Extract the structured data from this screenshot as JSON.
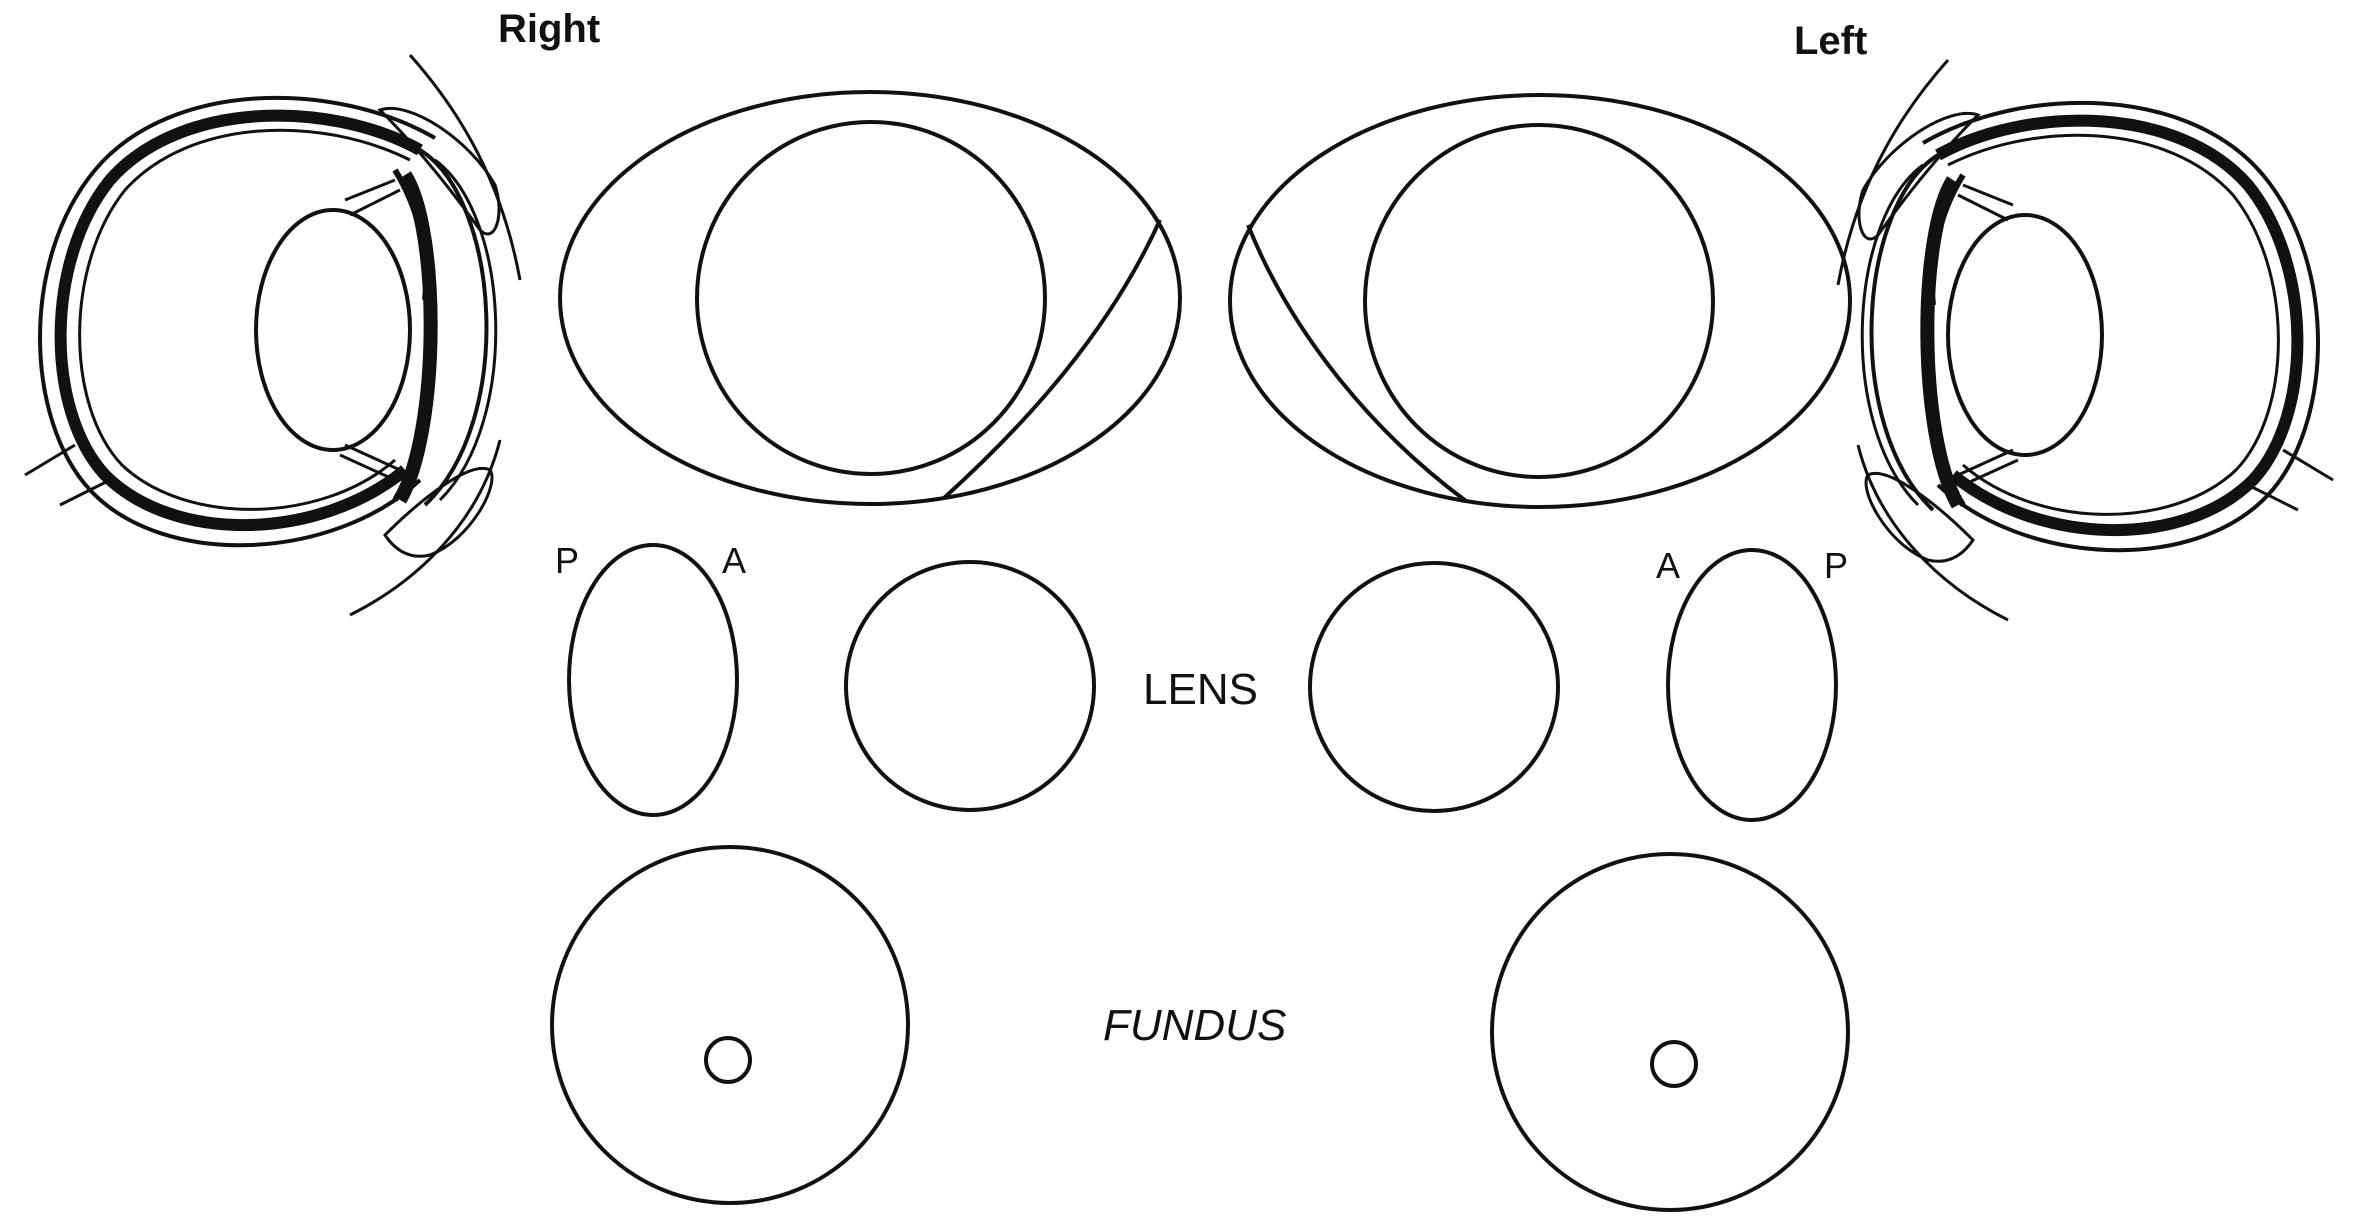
{
  "labels": {
    "right": "Right",
    "left": "Left",
    "lens": "LENS",
    "fundus": "FUNDUS",
    "p": "P",
    "a": "A"
  },
  "colors": {
    "ink": "#111111",
    "background": "#ffffff"
  }
}
